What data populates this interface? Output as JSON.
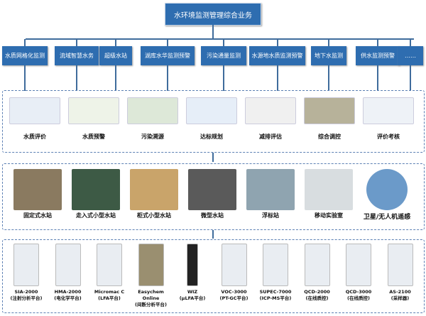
{
  "title": "水环境监测管理综合业务",
  "business": [
    "水质网格化监测",
    "流域智慧水务",
    "超级水站",
    "湖库水华监测预警",
    "污染通量监测",
    "水源地水质监测预警",
    "地下水监测",
    "供水监测预警",
    "……"
  ],
  "software": [
    "水质评价",
    "水质预警",
    "污染溯源",
    "达标规划",
    "减排评估",
    "综合调控",
    "评价考核"
  ],
  "stations": [
    "固定式水站",
    "走入式小型水站",
    "柜式小型水站",
    "微型水站",
    "浮标站",
    "移动实验室",
    "卫星/无人机遥感"
  ],
  "instruments": [
    {
      "name": "SIA-2000",
      "sub": "(注射分析平台)"
    },
    {
      "name": "HMA-2000",
      "sub": "(电化学平台)"
    },
    {
      "name": "Micromac C",
      "sub": "(LFA平台)"
    },
    {
      "name": "Easychem Online",
      "sub": "(间断分析平台)"
    },
    {
      "name": "WIZ",
      "sub": "(μLFA平台)"
    },
    {
      "name": "VOC-3000",
      "sub": "(PT-GC平台)"
    },
    {
      "name": "SUPEC-7000",
      "sub": "(ICP-MS平台)"
    },
    {
      "name": "QCD-2000",
      "sub": "(在线质控)"
    },
    {
      "name": "QCD-3000",
      "sub": "(在线质控)"
    },
    {
      "name": "AS-2100",
      "sub": "(采样器)"
    }
  ]
}
